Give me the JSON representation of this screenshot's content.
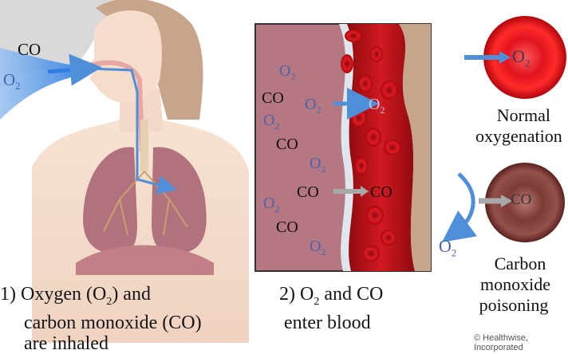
{
  "panel1": {
    "gas_co": "CO",
    "gas_o2_base": "O",
    "gas_o2_sub": "2",
    "caption_line1_a": "1) Oxygen (O",
    "caption_line1_sub": "2",
    "caption_line1_b": ") and",
    "caption_line2": "carbon monoxide (CO)",
    "caption_line3": "are inhaled"
  },
  "panel2": {
    "o2_base": "O",
    "o2_sub": "2",
    "co": "CO",
    "caption_line1_a": "2) O",
    "caption_line1_sub": "2",
    "caption_line1_b": " and CO",
    "caption_line2": "enter blood"
  },
  "panel3": {
    "normal_cell_o2_base": "O",
    "normal_cell_o2_sub": "2",
    "normal_label_1": "Normal",
    "normal_label_2": "oxygenation",
    "poison_cell_co": "CO",
    "poison_o2_base": "O",
    "poison_o2_sub": "2",
    "poison_label_1": "Carbon",
    "poison_label_2": "monoxide",
    "poison_label_3": "poisoning"
  },
  "copyright": "© Healthwise, Incorporated",
  "colors": {
    "blood": "#c0141c",
    "tissue": "#b57781",
    "o2_text": "#4a63b0",
    "arrow_blue": "#4f8fd8",
    "arrow_grey": "#a8a8a8",
    "poisoned_cell": "#7a3b3b"
  }
}
